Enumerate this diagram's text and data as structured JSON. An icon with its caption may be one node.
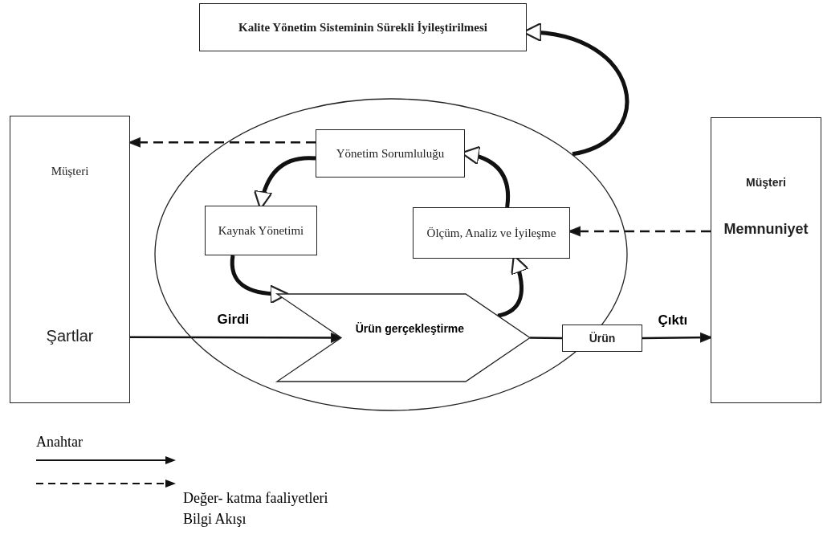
{
  "diagram": {
    "nodes": [
      {
        "text": [
          "Kalite Yönetim Sisteminin Sürekli İyileştirilmesi"
        ]
      },
      {
        "text": [
          "Müşteri",
          "Şartlar"
        ]
      },
      {
        "text": [],
        "shape": "ellipse"
      },
      {
        "text": [
          "Yönetim Sorumluluğu"
        ],
        "in": 2
      },
      {
        "text": [
          "Kaynak Yönetimi"
        ],
        "in": 2
      },
      {
        "text": [
          "Ölçüm, Analiz ve İyileşme"
        ],
        "in": 2
      },
      {
        "text": [
          "Ürün gerçekleştirme"
        ],
        "in": 2
      },
      {
        "text": [
          "Ürün"
        ]
      },
      {
        "text": [
          "Müşteri",
          "Memnuniyet"
        ]
      }
    ],
    "edges": [
      {
        "from": 3,
        "to": 1,
        "arrow": "to",
        "style": "dashed"
      },
      {
        "from": 8,
        "to": 5,
        "arrow": "to",
        "style": "dashed"
      },
      {
        "from": 1,
        "to": 6,
        "arrow": "to",
        "label": "Girdi"
      },
      {
        "from": 6,
        "to": 7,
        "arrow": "none"
      },
      {
        "from": 7,
        "to": 8,
        "arrow": "to",
        "label": "Çıktı"
      },
      {
        "from": 3,
        "to": 4,
        "arrow": "to",
        "style": "thick"
      },
      {
        "from": 4,
        "to": 6,
        "arrow": "to",
        "style": "thick"
      },
      {
        "from": 6,
        "to": 5,
        "arrow": "to",
        "style": "thick"
      },
      {
        "from": 5,
        "to": 3,
        "arrow": "to",
        "style": "thick"
      },
      {
        "from": 2,
        "to": 0,
        "arrow": "to",
        "style": "thick"
      }
    ],
    "labels": [
      "Anahtar"
    ],
    "legend": [
      {
        "text": "Değer- katma faaliyetleri"
      },
      {
        "text": "Bilgi Akışı"
      }
    ]
  }
}
